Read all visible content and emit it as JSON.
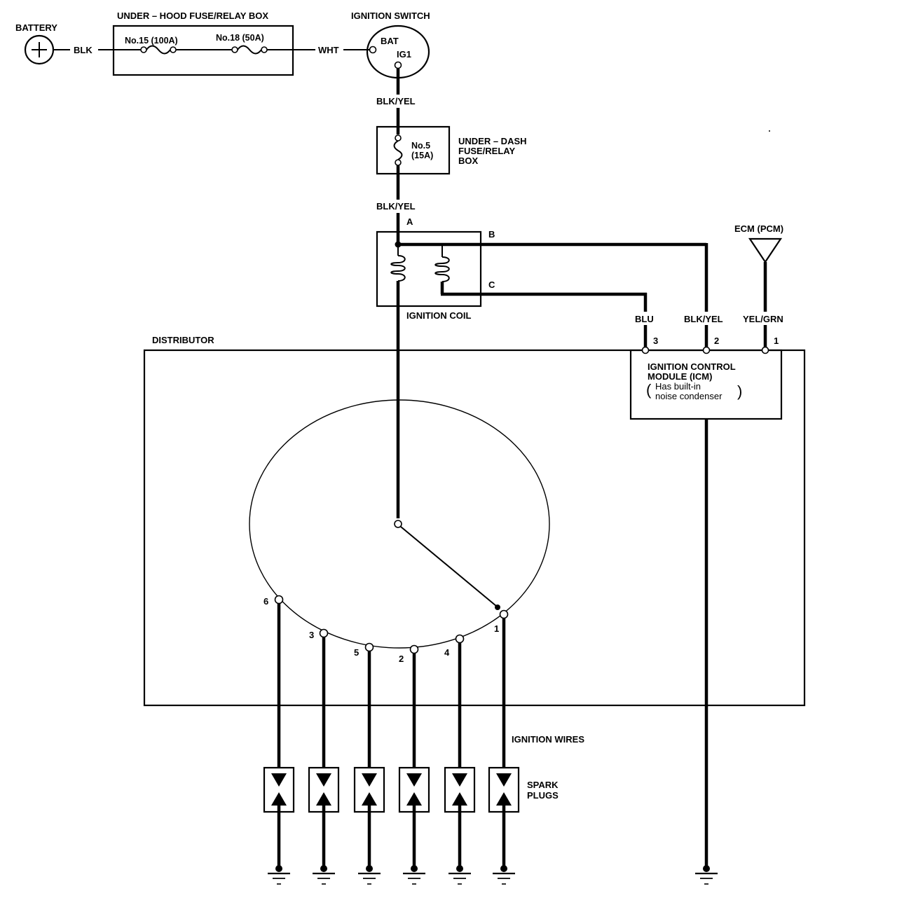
{
  "battery": {
    "label": "BATTERY",
    "wire": "BLK"
  },
  "underhood": {
    "title": "UNDER – HOOD FUSE/RELAY BOX",
    "fuse1": "No.15 (100A)",
    "fuse2": "No.18 (50A)",
    "wire_out": "WHT"
  },
  "ignition_switch": {
    "title": "IGNITION SWITCH",
    "bat": "BAT",
    "ig1": "IG1"
  },
  "wire_blk_yel_1": "BLK/YEL",
  "underdash": {
    "fuse_line1": "No.5",
    "fuse_line2": "(15A)",
    "title_line1": "UNDER – DASH",
    "title_line2": "FUSE/RELAY",
    "title_line3": "BOX"
  },
  "wire_blk_yel_2": "BLK/YEL",
  "ignition_coil": {
    "title": "IGNITION COIL",
    "term_a": "A",
    "term_b": "B",
    "term_c": "C"
  },
  "ecm": {
    "title": "ECM (PCM)"
  },
  "icm_wires": {
    "blu": "BLU",
    "blk_yel": "BLK/YEL",
    "yel_grn": "YEL/GRN"
  },
  "icm_pins": {
    "p3": "3",
    "p2": "2",
    "p1": "1"
  },
  "icm": {
    "line1": "IGNITION CONTROL",
    "line2": "MODULE (ICM)",
    "line3": "Has built-in",
    "line4": "noise condenser",
    "paren_open": "(",
    "paren_close": ")"
  },
  "distributor": {
    "title": "DISTRIBUTOR",
    "terminals": [
      "6",
      "3",
      "5",
      "2",
      "4",
      "1"
    ]
  },
  "ignition_wires_label": "IGNITION WIRES",
  "spark_plugs": {
    "line1": "SPARK",
    "line2": "PLUGS"
  },
  "ground_symbol": "⏚"
}
